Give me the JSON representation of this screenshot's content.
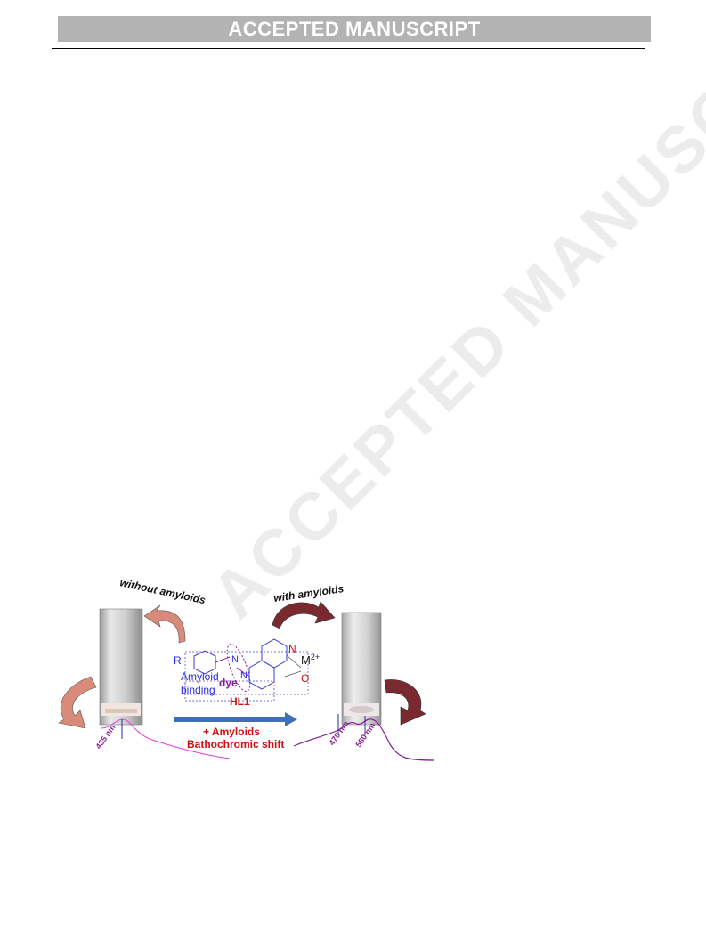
{
  "header": {
    "banner_text": "ACCEPTED MANUSCRIPT"
  },
  "watermark": {
    "text": "ACCEPTED MANUSCRIPT"
  },
  "graphical_abstract": {
    "label_without": "without amyloids",
    "label_with": "with amyloids",
    "substituent": "R",
    "amyloid_binding": [
      "Amyloid",
      "binding"
    ],
    "dye_label": "dye",
    "compound": "HL1",
    "atom_n": "N",
    "atom_o": "O",
    "metal": "M",
    "metal_charge": "2+",
    "azo_n": "N",
    "arrow_line1": "+ Amyloids",
    "arrow_line2": "Bathochromic  shift",
    "wavelength_left": "435 nm",
    "wavelength_mid": "470 nm",
    "wavelength_right": "580 nm",
    "colors": {
      "blue_text": "#2a2ae6",
      "red_text": "#cc1111",
      "purple": "#8a1a9a",
      "arrow_blue": "#3f6fb5",
      "curve_pink": "#e040e0"
    }
  }
}
